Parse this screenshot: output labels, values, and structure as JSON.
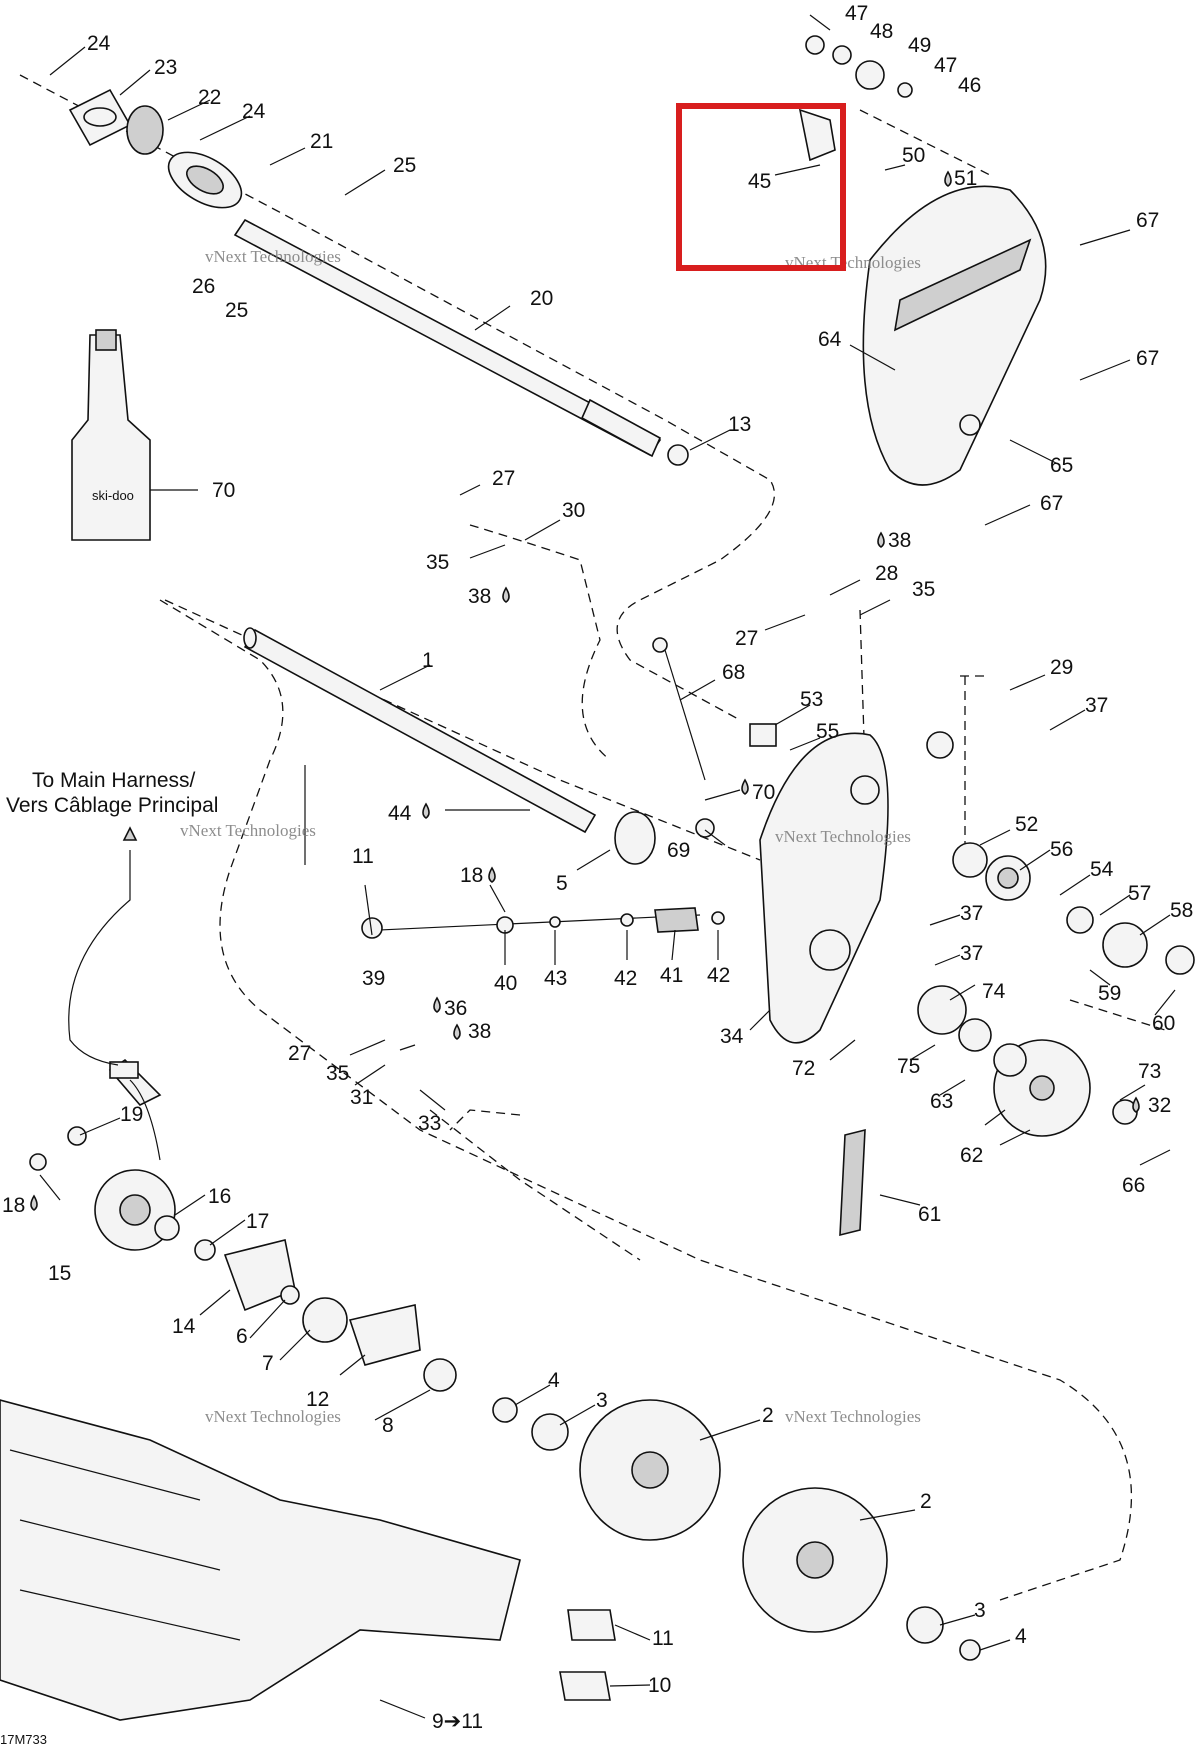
{
  "diagram": {
    "highlight_label": "45",
    "highlight_color": "#d81e1e",
    "ink_color": "#111111",
    "watermark_text": "vNext Technologies",
    "harness_note_line1": "To Main Harness/",
    "harness_note_line2": "Vers Câblage Principal",
    "drawing_ref": "17M733",
    "bottle_brand": "ski-doo",
    "callouts": [
      "47",
      "48",
      "49",
      "47",
      "46",
      "45",
      "50",
      "51",
      "67",
      "67",
      "67",
      "64",
      "65",
      "24",
      "23",
      "22",
      "24",
      "21",
      "25",
      "26",
      "25",
      "20",
      "13",
      "70",
      "27",
      "30",
      "35",
      "38",
      "38",
      "28",
      "35",
      "27",
      "68",
      "53",
      "55",
      "29",
      "37",
      "1",
      "44",
      "5",
      "69",
      "70",
      "52",
      "56",
      "54",
      "57",
      "58",
      "37",
      "37",
      "59",
      "60",
      "11",
      "18",
      "39",
      "40",
      "43",
      "42",
      "41",
      "42",
      "34",
      "74",
      "72",
      "75",
      "63",
      "27",
      "36",
      "38",
      "35",
      "31",
      "33",
      "73",
      "32",
      "62",
      "66",
      "61",
      "19",
      "18",
      "15",
      "16",
      "17",
      "14",
      "6",
      "7",
      "12",
      "8",
      "4",
      "3",
      "2",
      "2",
      "3",
      "4",
      "11",
      "10",
      "9➔11"
    ],
    "callout_icons": [
      "oil-drop-icon",
      "arrow-right-icon"
    ]
  }
}
